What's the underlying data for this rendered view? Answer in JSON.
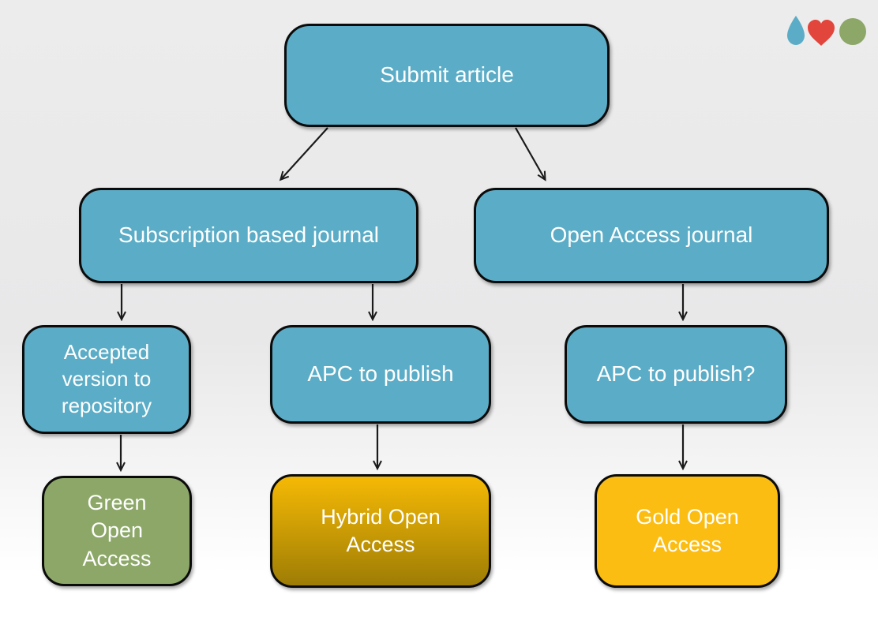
{
  "title": "Open access publishing routes flowchart",
  "colors": {
    "node-blue": "#5bacc6",
    "node-green": "#8ca768",
    "node-gold": "#fcbd13",
    "hybrid-top": "#f2b705",
    "hybrid-bottom": "#9e7d05",
    "border": "#0b0b0b",
    "arrow": "#1a1a1a",
    "text": "#ffffff",
    "bg-top": "#ececec",
    "bg-bottom": "#ffffff",
    "logo-drop": "#5bacc6",
    "logo-heart": "#e2453c",
    "logo-circle": "#8ca768"
  },
  "nodes": {
    "submit": {
      "label": "Submit article"
    },
    "subscription": {
      "label": "Subscription based journal"
    },
    "open_access": {
      "label": "Open Access journal"
    },
    "accepted": {
      "label": "Accepted\nversion to\nrepository"
    },
    "apc": {
      "label": "APC to publish"
    },
    "apc_q": {
      "label": "APC to publish?"
    },
    "green_oa": {
      "label": "Green\nOpen\nAccess"
    },
    "hybrid_oa": {
      "label": "Hybrid Open\nAccess"
    },
    "gold_oa": {
      "label": "Gold Open\nAccess"
    }
  },
  "edges": [
    {
      "from": "Submit article",
      "to": "Subscription based journal"
    },
    {
      "from": "Submit article",
      "to": "Open Access journal"
    },
    {
      "from": "Subscription based journal",
      "to": "Accepted version to repository"
    },
    {
      "from": "Subscription based journal",
      "to": "APC to publish"
    },
    {
      "from": "Open Access journal",
      "to": "APC to publish?"
    },
    {
      "from": "Accepted version to repository",
      "to": "Green Open Access"
    },
    {
      "from": "APC to publish",
      "to": "Hybrid Open Access"
    },
    {
      "from": "APC to publish?",
      "to": "Gold Open Access"
    }
  ],
  "logo": {
    "icons": [
      "droplet",
      "heart",
      "circle"
    ]
  }
}
